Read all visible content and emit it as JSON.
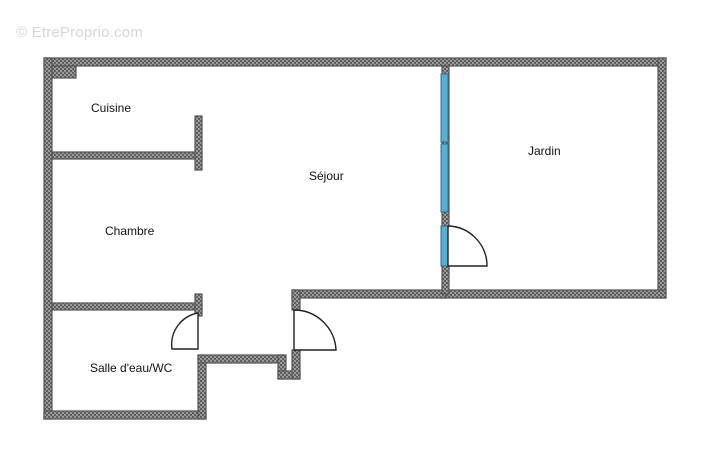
{
  "watermark": "© EtreProprio.com",
  "rooms": {
    "kitchen": "Cuisine",
    "living": "Séjour",
    "garden": "Jardin",
    "bedroom": "Chambre",
    "bathroom": "Salle d'eau/WC"
  },
  "colors": {
    "wall": "#8a8a8a",
    "window": "#5aaed0"
  }
}
